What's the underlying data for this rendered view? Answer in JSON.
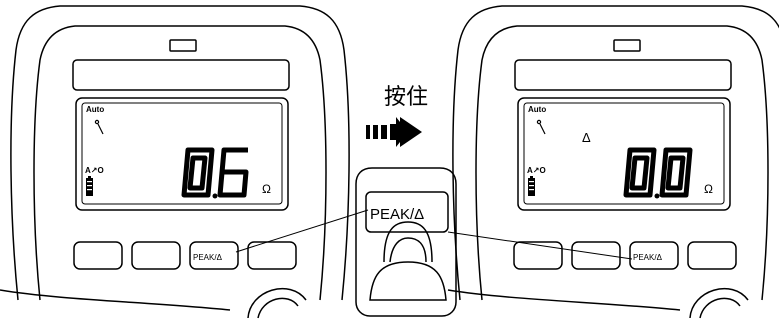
{
  "instruction": {
    "hold_text": "按住"
  },
  "meters": [
    {
      "id": "before",
      "auto_label": "Auto",
      "reading": "0.6",
      "digit_1": "0",
      "digit_2": "6",
      "unit": "Ω",
      "mode_label": "A↗O",
      "delta_shown": false,
      "button_label": "PEAK/Δ"
    },
    {
      "id": "after",
      "auto_label": "Auto",
      "reading": "0.0",
      "digit_1": "0",
      "digit_2": "0",
      "unit": "Ω",
      "mode_label": "A↗O",
      "delta_shown": true,
      "delta_symbol": "Δ",
      "button_label": "PEAK/Δ"
    }
  ],
  "zoom": {
    "button_label": "PEAK/Δ"
  }
}
